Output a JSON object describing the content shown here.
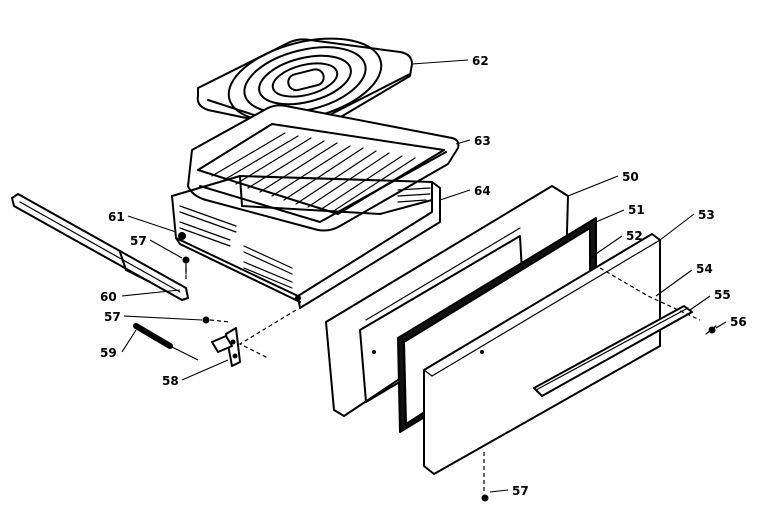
{
  "callouts": {
    "c62": "62",
    "c63": "63",
    "c64": "64",
    "c50": "50",
    "c51": "51",
    "c52": "52",
    "c53": "53",
    "c54": "54",
    "c55": "55",
    "c56": "56",
    "c61": "61",
    "c57a": "57",
    "c60": "60",
    "c57b": "57",
    "c59": "59",
    "c58": "58",
    "c57c": "57"
  }
}
